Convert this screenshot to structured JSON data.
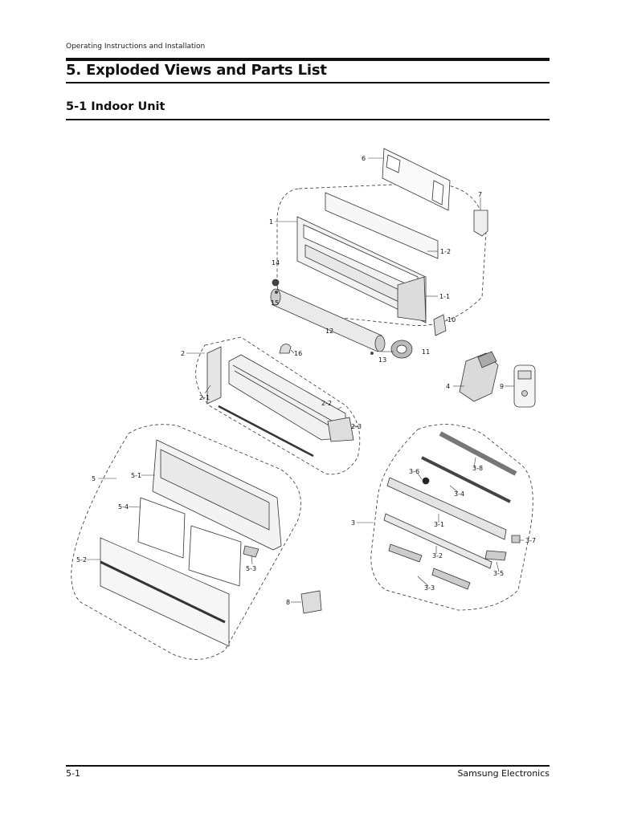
{
  "header": {
    "running_title": "Operating Instructions and Installation",
    "page_title": "5. Exploded Views and Parts List",
    "section_title": "5-1 Indoor Unit"
  },
  "diagram": {
    "callouts": {
      "p1": "1",
      "p1_1": "1-1",
      "p1_2": "1-2",
      "p2": "2",
      "p2_1": "2-1",
      "p2_2": "2-2",
      "p2_3": "2-3",
      "p3": "3",
      "p3_1": "3-1",
      "p3_2": "3-2",
      "p3_3": "3-3",
      "p3_4": "3-4",
      "p3_5": "3-5",
      "p3_6": "3-6",
      "p3_7": "3-7",
      "p3_8": "3-8",
      "p4": "4",
      "p5": "5",
      "p5_1": "5-1",
      "p5_2": "5-2",
      "p5_3": "5-3",
      "p5_4": "5-4",
      "p6": "6",
      "p7": "7",
      "p8": "8",
      "p9": "9",
      "p10": "10",
      "p11": "11",
      "p12": "12",
      "p13": "13",
      "p14": "14",
      "p15": "15",
      "p16": "16"
    }
  },
  "footer": {
    "page_number": "5-1",
    "company": "Samsung Electronics"
  }
}
